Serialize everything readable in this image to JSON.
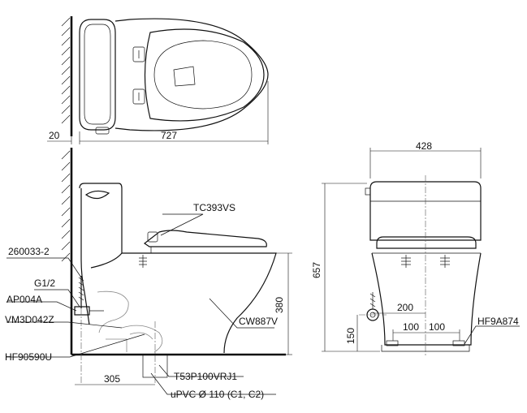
{
  "dimensions": {
    "wall_gap": "20",
    "length": "727",
    "width": "428",
    "height": "657",
    "rim_height": "380",
    "rough_in": "305",
    "inlet_offset": "200",
    "mount_left": "100",
    "mount_right": "100",
    "inlet_height": "150"
  },
  "part_labels": {
    "seat": "TC393VS",
    "bowl": "CW887V",
    "fill_valve": "260033-2",
    "thread": "G1/2",
    "angle_valve": "AP004A",
    "flange": "VM3D042Z",
    "hose": "HF90590U",
    "outlet": "T53P100VRJ1",
    "pipe": "uPVC Ø 110 (C1, C2)",
    "fixing_kit": "HF9A874"
  }
}
